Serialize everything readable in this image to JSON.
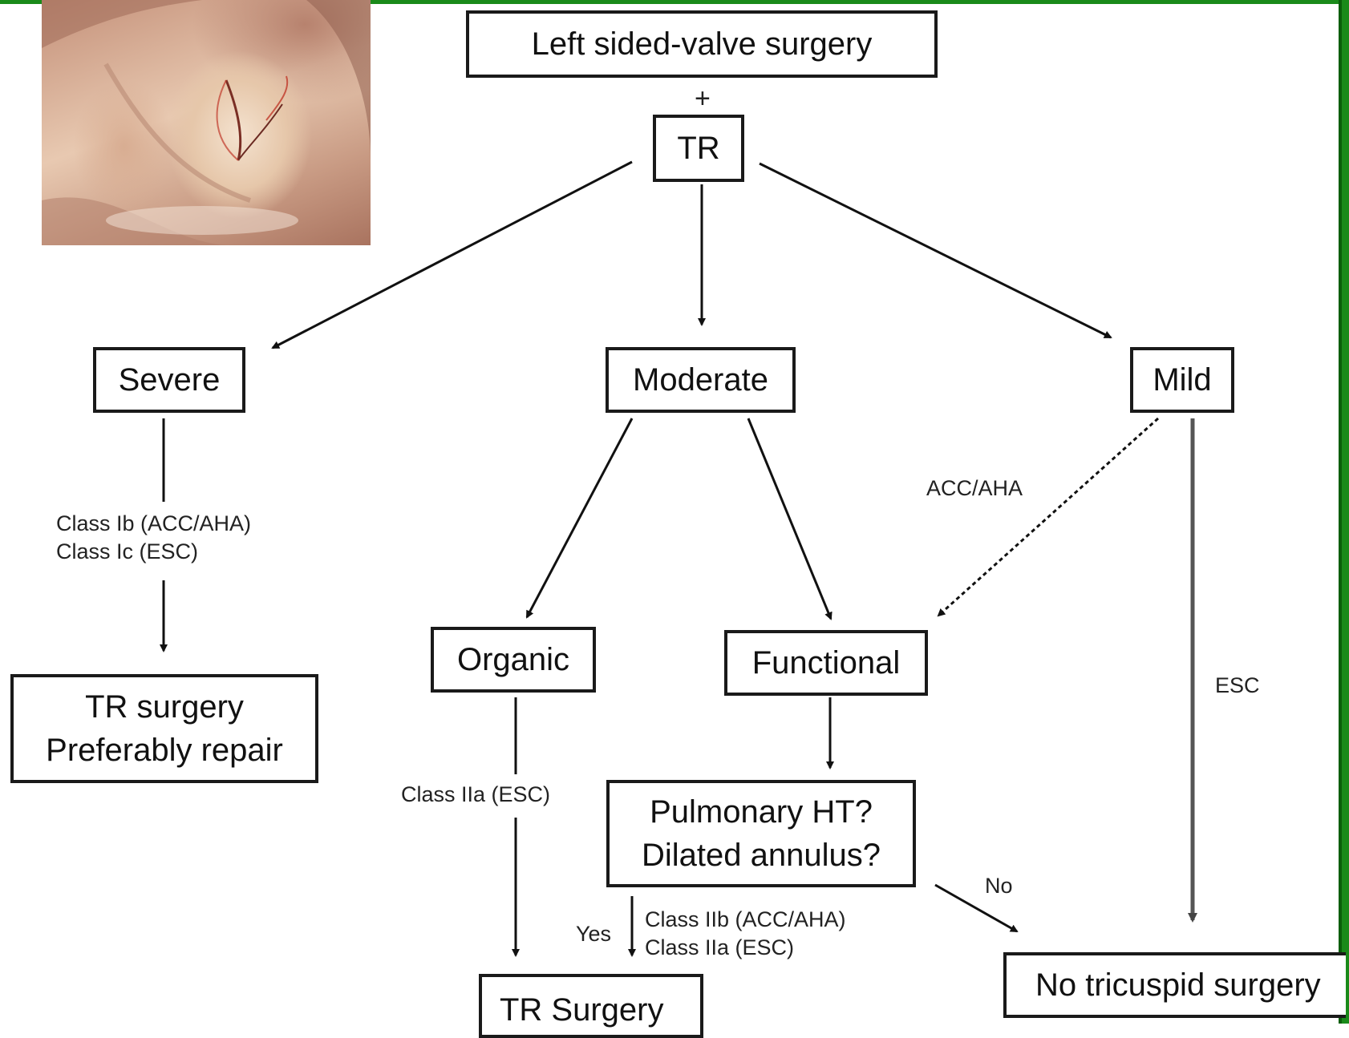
{
  "nodes": {
    "left_surgery": "Left sided-valve surgery",
    "plus": "+",
    "tr": "TR",
    "severe": "Severe",
    "moderate": "Moderate",
    "mild": "Mild",
    "tr_surgery_repair": {
      "line1": "TR surgery",
      "line2": "Preferably repair"
    },
    "organic": "Organic",
    "functional": "Functional",
    "pulmonary_question": {
      "line1": "Pulmonary HT?",
      "line2": "Dilated annulus?"
    },
    "tr_surgery": "TR Surgery",
    "no_tricuspid": "No tricuspid surgery"
  },
  "labels": {
    "severe_class": {
      "line1": "Class Ib (ACC/AHA)",
      "line2": "Class Ic (ESC)"
    },
    "organic_class": "Class IIa (ESC)",
    "mild_acc": "ACC/AHA",
    "mild_esc": "ESC",
    "no": "No",
    "yes": "Yes",
    "yes_class": {
      "line1": "Class IIb (ACC/AHA)",
      "line2": "Class IIa (ESC)"
    }
  },
  "colors": {
    "frame": "#1a8a1a",
    "box_border": "#1a1a1a"
  },
  "photo": {
    "icon": "heart-valve-photo"
  }
}
